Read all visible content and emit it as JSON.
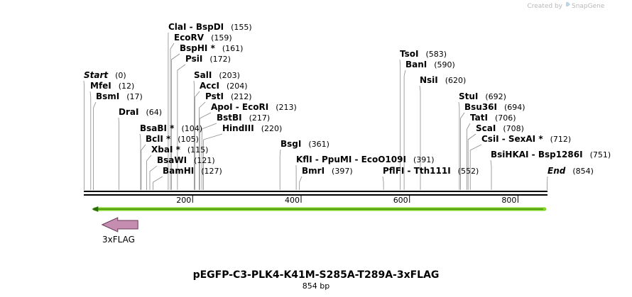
{
  "brand": {
    "created_by": "Created by",
    "name": "SnapGene"
  },
  "plasmid": {
    "name": "pEGFP-C3-PLK4-K41M-S285A-T289A-3xFLAG",
    "length_text": "854 bp",
    "length": 854
  },
  "ruler": {
    "ticks": [
      200,
      400,
      600,
      800
    ]
  },
  "sites": [
    {
      "name": "Start",
      "pos": 0,
      "italic": true
    },
    {
      "name": "MfeI",
      "pos": 12
    },
    {
      "name": "BsmI",
      "pos": 17
    },
    {
      "name": "DraI",
      "pos": 64
    },
    {
      "name": "BsaBI *",
      "pos": 104
    },
    {
      "name": "BclI *",
      "pos": 105
    },
    {
      "name": "XbaI *",
      "pos": 115
    },
    {
      "name": "BsaWI",
      "pos": 121
    },
    {
      "name": "BamHI",
      "pos": 127
    },
    {
      "name": "ClaI  -  BspDI",
      "pos": 155
    },
    {
      "name": "EcoRV",
      "pos": 159
    },
    {
      "name": "BspHI *",
      "pos": 161
    },
    {
      "name": "PsiI",
      "pos": 172
    },
    {
      "name": "SalI",
      "pos": 203
    },
    {
      "name": "AccI",
      "pos": 204
    },
    {
      "name": "PstI",
      "pos": 212
    },
    {
      "name": "ApoI  -  EcoRI",
      "pos": 213
    },
    {
      "name": "BstBI",
      "pos": 217
    },
    {
      "name": "HindIII",
      "pos": 220
    },
    {
      "name": "BsgI",
      "pos": 361
    },
    {
      "name": "KflI  -  PpuMI  -  EcoO109I",
      "pos": 391
    },
    {
      "name": "BmrI",
      "pos": 397
    },
    {
      "name": "PflFI  -  Tth111I",
      "pos": 552
    },
    {
      "name": "TsoI",
      "pos": 583
    },
    {
      "name": "BanI",
      "pos": 590
    },
    {
      "name": "NsiI",
      "pos": 620
    },
    {
      "name": "StuI",
      "pos": 692
    },
    {
      "name": "Bsu36I",
      "pos": 694
    },
    {
      "name": "TatI",
      "pos": 706
    },
    {
      "name": "ScaI",
      "pos": 708
    },
    {
      "name": "CsiI  -  SexAI *",
      "pos": 712
    },
    {
      "name": "BsiHKAI  -  Bsp1286I",
      "pos": 751
    },
    {
      "name": "End",
      "pos": 854,
      "italic": true
    }
  ],
  "features": [
    {
      "name": "",
      "type": "orf",
      "color": "#7fd321",
      "start": 14,
      "end": 849,
      "direction": "reverse"
    },
    {
      "name": "3xFLAG",
      "type": "tag",
      "color": "#c58db0",
      "start": 33,
      "end": 99,
      "direction": "reverse"
    }
  ]
}
